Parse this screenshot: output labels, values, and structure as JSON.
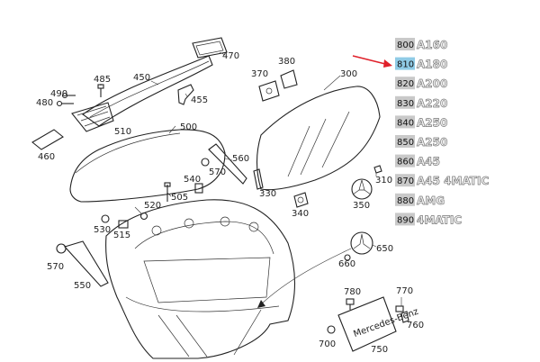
{
  "callouts": [
    {
      "id": "p470",
      "num": "470"
    },
    {
      "id": "p450",
      "num": "450"
    },
    {
      "id": "p485",
      "num": "485"
    },
    {
      "id": "p490",
      "num": "490"
    },
    {
      "id": "p480",
      "num": "480"
    },
    {
      "id": "p455",
      "num": "455"
    },
    {
      "id": "p370",
      "num": "370"
    },
    {
      "id": "p380",
      "num": "380"
    },
    {
      "id": "p300",
      "num": "300"
    },
    {
      "id": "p510",
      "num": "510"
    },
    {
      "id": "p500",
      "num": "500"
    },
    {
      "id": "p460",
      "num": "460"
    },
    {
      "id": "p560",
      "num": "560"
    },
    {
      "id": "p570a",
      "num": "570"
    },
    {
      "id": "p540",
      "num": "540"
    },
    {
      "id": "p505",
      "num": "505"
    },
    {
      "id": "p330",
      "num": "330"
    },
    {
      "id": "p310",
      "num": "310"
    },
    {
      "id": "p350",
      "num": "350"
    },
    {
      "id": "p340",
      "num": "340"
    },
    {
      "id": "p520",
      "num": "520"
    },
    {
      "id": "p530",
      "num": "530"
    },
    {
      "id": "p515",
      "num": "515"
    },
    {
      "id": "p570b",
      "num": "570"
    },
    {
      "id": "p550",
      "num": "550"
    },
    {
      "id": "p650",
      "num": "650"
    },
    {
      "id": "p660",
      "num": "660"
    },
    {
      "id": "p780",
      "num": "780"
    },
    {
      "id": "p770",
      "num": "770"
    },
    {
      "id": "p760",
      "num": "760"
    },
    {
      "id": "p700",
      "num": "700"
    },
    {
      "id": "p750",
      "num": "750"
    }
  ],
  "legend": [
    {
      "code": "800",
      "badge": "A160",
      "highlight": false
    },
    {
      "code": "810",
      "badge": "A180",
      "highlight": true
    },
    {
      "code": "820",
      "badge": "A200",
      "highlight": false
    },
    {
      "code": "830",
      "badge": "A220",
      "highlight": false
    },
    {
      "code": "840",
      "badge": "A250",
      "highlight": false
    },
    {
      "code": "850",
      "badge": "A250",
      "highlight": false
    },
    {
      "code": "860",
      "badge": "A45",
      "highlight": false
    },
    {
      "code": "870",
      "badge": "A45 4MATIC",
      "highlight": false
    },
    {
      "code": "880",
      "badge": "AMG",
      "highlight": false
    },
    {
      "code": "890",
      "badge": "4MATIC",
      "highlight": false
    }
  ],
  "plate_text": "Mercedes-Benz",
  "colors": {
    "highlight": "#8fcbe6",
    "code_bg": "#c9c9c9",
    "arrow": "#e0202a",
    "line": "#222222"
  }
}
